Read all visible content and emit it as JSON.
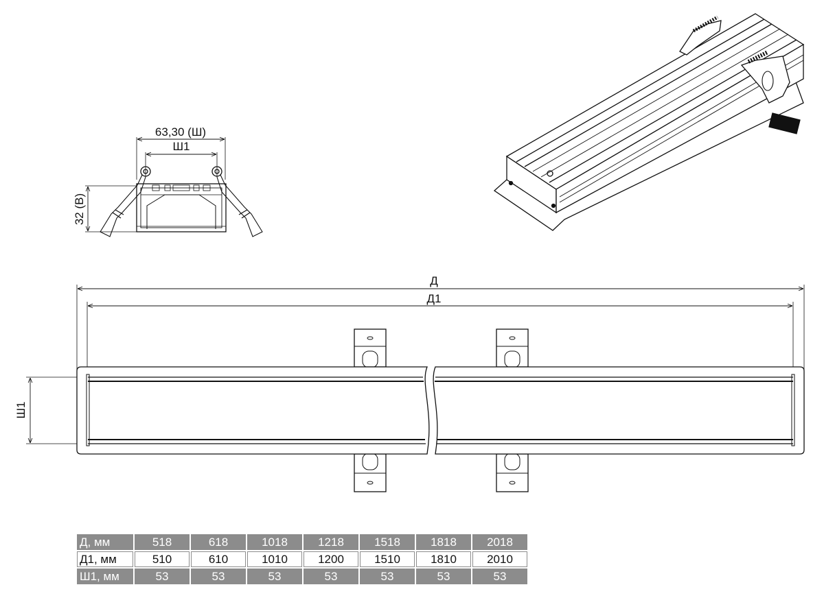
{
  "section_drawing": {
    "label_overall_width": "63,30 (Ш)",
    "label_inner_width": "Ш1",
    "label_height": "32 (В)"
  },
  "top_view": {
    "label_length": "Д",
    "label_length_inner": "Д1",
    "label_width": "Ш1"
  },
  "spec_table": {
    "rows": [
      {
        "header": "Д, мм",
        "values": [
          "518",
          "618",
          "1018",
          "1218",
          "1518",
          "1818",
          "2018"
        ]
      },
      {
        "header": "Д1, мм",
        "values": [
          "510",
          "610",
          "1010",
          "1200",
          "1510",
          "1810",
          "2010"
        ]
      },
      {
        "header": "Ш1, мм",
        "values": [
          "53",
          "53",
          "53",
          "53",
          "53",
          "53",
          "53"
        ]
      }
    ]
  }
}
